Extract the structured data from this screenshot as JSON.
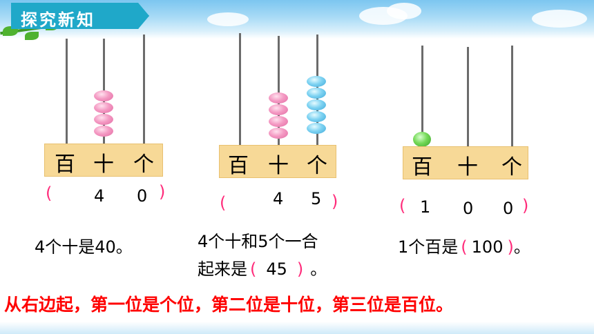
{
  "header": {
    "title": "探究新知"
  },
  "place_names": {
    "hundreds": "百",
    "tens": "十",
    "ones": "个"
  },
  "abacus": [
    {
      "hundreds": 0,
      "tens": 4,
      "ones": 0
    },
    {
      "hundreds": 0,
      "tens": 4,
      "ones": 5
    },
    {
      "hundreds": 1,
      "tens": 0,
      "ones": 0
    }
  ],
  "answers": {
    "a1": {
      "open": "(",
      "d1": "4",
      "d2": "0",
      "close": ")"
    },
    "a2": {
      "open": "(",
      "d1": "4",
      "d2": "5",
      "close": ")"
    },
    "a3": {
      "open": "(",
      "d1": "1",
      "d2": "0",
      "d3": "0",
      "close": ")"
    }
  },
  "statements": {
    "s1": "4个十是40。",
    "s2_line1": "4个十和5个一合",
    "s2_line2_pre": "起来是",
    "s2_open": "(",
    "s2_value": "45",
    "s2_close": ")",
    "s2_end": "。",
    "s3_pre": "1个百是",
    "s3_open": "(",
    "s3_value": "100",
    "s3_close": ")",
    "s3_end": "。"
  },
  "rule": "从右边起，第一位是个位，第二位是十位，第三位是百位。",
  "colors": {
    "pink_bead": "#f49ac3",
    "blue_bead": "#7fd3f2",
    "green_bead": "#74d957",
    "accent_red": "#ff0000",
    "paren_pink": "#ff2b7a",
    "banner": "#1fa8c9"
  }
}
